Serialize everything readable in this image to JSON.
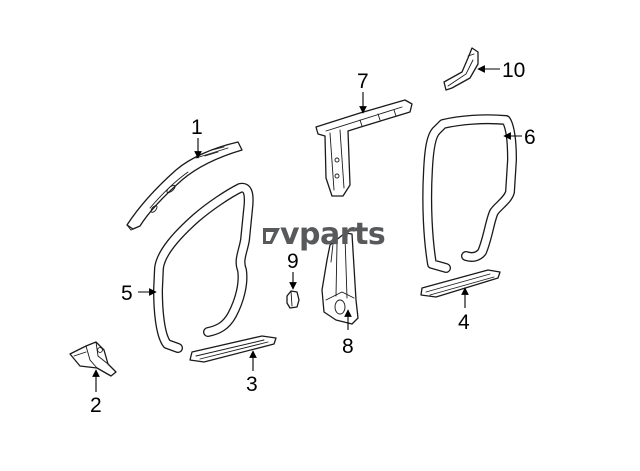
{
  "diagram": {
    "watermark": {
      "logo": "vparts",
      "mark_color": "#58595b"
    },
    "callouts": [
      {
        "id": "1",
        "label": "1"
      },
      {
        "id": "2",
        "label": "2"
      },
      {
        "id": "3",
        "label": "3"
      },
      {
        "id": "4",
        "label": "4"
      },
      {
        "id": "5",
        "label": "5"
      },
      {
        "id": "6",
        "label": "6"
      },
      {
        "id": "7",
        "label": "7"
      },
      {
        "id": "8",
        "label": "8"
      },
      {
        "id": "9",
        "label": "9"
      },
      {
        "id": "10",
        "label": "10"
      }
    ]
  }
}
